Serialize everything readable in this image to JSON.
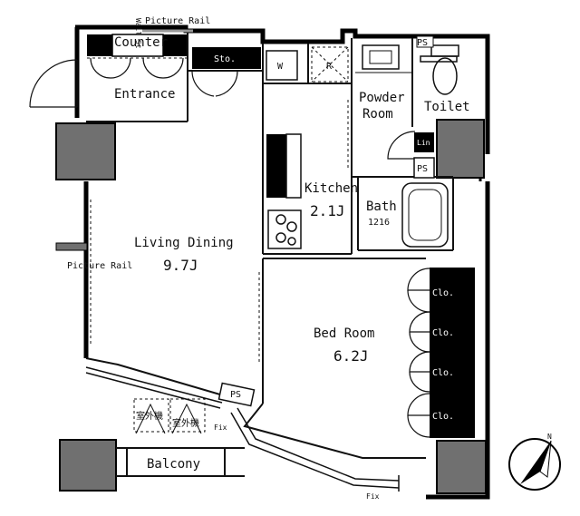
{
  "labels": {
    "picture_rail_top": "Picture Rail",
    "counter": "Counter",
    "wall_storage": "Wall St",
    "entrance": "Entrance",
    "sto": "Sto.",
    "washer": "W",
    "fridge": "R",
    "ps_top": "PS",
    "powder_room_l1": "Powder",
    "powder_room_l2": "Room",
    "toilet": "Toilet",
    "lin": "Lin",
    "ps_right": "PS",
    "living_dining": "Living Dining",
    "living_dining_size": "9.7J",
    "picture_rail_left": "Picture Rail",
    "kitchen": "Kitchen",
    "kitchen_size": "2.1J",
    "bath": "Bath",
    "bath_size": "1216",
    "bed_room": "Bed Room",
    "bed_room_size": "6.2J",
    "clo_1": "Clo.",
    "clo_2": "Clo.",
    "clo_3": "Clo.",
    "clo_4": "Clo.",
    "ps_bottom": "PS",
    "ac_1": "室外機",
    "ac_2": "室外機",
    "fix_1": "Fix",
    "fix_2": "Fix",
    "balcony": "Balcony",
    "compass_n": "N"
  },
  "colors": {
    "wall": "#000000",
    "column": "#707070",
    "closet": "#000000",
    "line": "#111111"
  }
}
